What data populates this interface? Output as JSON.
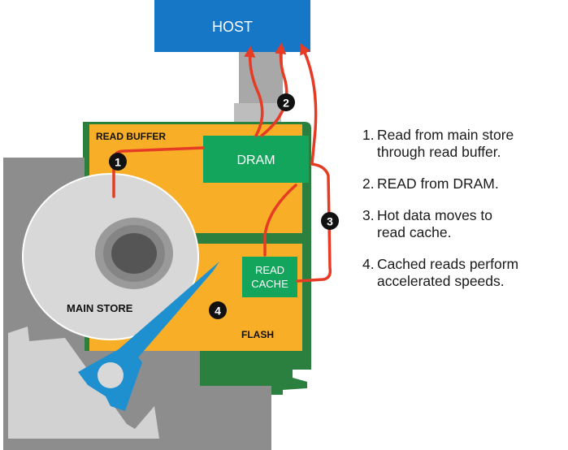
{
  "colors": {
    "host": "#1577c6",
    "board": "#2b8040",
    "buffer": "#f9ae27",
    "chip": "#13a55c",
    "drive_case": "#8d8d8d",
    "platter": "#d8d8d8",
    "arm": "#1e8fcf",
    "arrow": "#e63b25",
    "marker": "#111111"
  },
  "labels": {
    "host": "HOST",
    "read_buffer": "READ BUFFER",
    "dram": "DRAM",
    "read_cache_line1": "READ",
    "read_cache_line2": "CACHE",
    "main_store": "MAIN STORE",
    "flash": "FLASH"
  },
  "markers": [
    "1",
    "2",
    "3",
    "4"
  ],
  "steps": [
    {
      "num": "1.",
      "line1": "Read from main store",
      "line2": "through read buffer."
    },
    {
      "num": "2.",
      "line1": "READ from DRAM.",
      "line2": ""
    },
    {
      "num": "3.",
      "line1": "Hot data moves to",
      "line2": "read cache."
    },
    {
      "num": "4.",
      "line1": "Cached reads perform",
      "line2": "accelerated speeds."
    }
  ]
}
